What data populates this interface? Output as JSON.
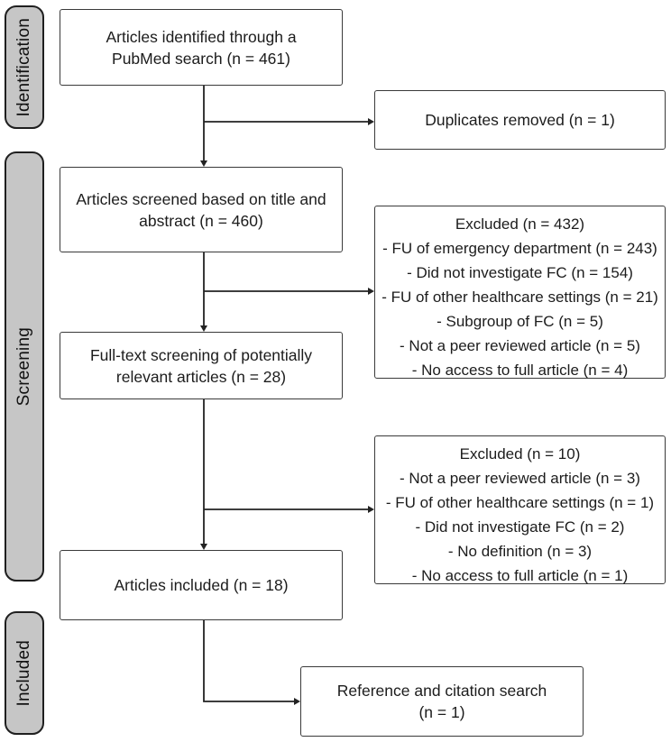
{
  "colors": {
    "stage_fill": "#c6c6c6",
    "stage_border": "#1f1f1f",
    "box_border": "#3a3a3a",
    "line": "#222222"
  },
  "sidebar": {
    "stages": [
      {
        "label": "Identification"
      },
      {
        "label": "Screening"
      },
      {
        "label": "Included"
      }
    ]
  },
  "flow": {
    "identified": {
      "line1": "Articles identified through a",
      "line2": "PubMed search (n = 461)"
    },
    "duplicates": {
      "line1": "Duplicates removed (n = 1)"
    },
    "screened": {
      "line1": "Articles screened based on title and",
      "line2": "abstract (n = 460)"
    },
    "excluded1": {
      "title": "Excluded (n = 432)",
      "reasons": [
        "- FU of emergency department (n = 243)",
        "- Did not investigate FC (n = 154)",
        "- FU of other healthcare settings (n = 21)",
        "- Subgroup of FC (n = 5)",
        "- Not a peer reviewed article  (n = 5)",
        "- No access to full article (n = 4)"
      ]
    },
    "fulltext": {
      "line1": "Full-text screening of potentially",
      "line2": "relevant articles (n = 28)"
    },
    "excluded2": {
      "title": "Excluded (n = 10)",
      "reasons": [
        "- Not a peer reviewed article (n = 3)",
        "- FU of other healthcare settings (n = 1)",
        "- Did not investigate FC (n = 2)",
        "- No definition (n = 3)",
        "- No access to full article (n = 1)"
      ]
    },
    "included": {
      "line1": "Articles included (n = 18)"
    },
    "reference": {
      "line1": "Reference and citation search",
      "line2": "(n = 1)"
    }
  }
}
